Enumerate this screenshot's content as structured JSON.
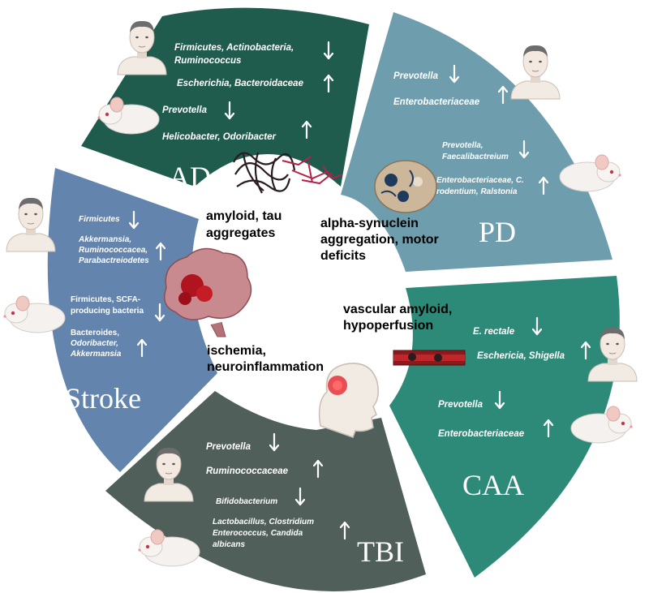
{
  "colors": {
    "ad": "#1f5c4e",
    "pd": "#6e9ead",
    "stroke": "#6384ad",
    "tbi": "#505f5a",
    "caa": "#2e8a78"
  },
  "icons": [
    "human-face-icon",
    "mouse-icon",
    "arrow-up-icon",
    "arrow-down-icon",
    "brain-icon",
    "head-injury-icon",
    "blood-vessel-icon",
    "protein-fibril-icon",
    "neuron-tissue-icon"
  ],
  "segments": {
    "ad": {
      "title": "AD",
      "human": [
        {
          "line1": "Firmicutes, Actinobacteria,",
          "line2": "Ruminococcus",
          "trend": "down"
        },
        {
          "line1": "Escherichia, Bacteroidaceae",
          "trend": "up"
        }
      ],
      "mouse": [
        {
          "line1": "Prevotella",
          "trend": "down"
        },
        {
          "line1": "Helicobacter, Odoribacter",
          "trend": "up"
        }
      ],
      "pathology": {
        "line1": "amyloid, tau",
        "line2": "aggregates"
      }
    },
    "pd": {
      "title": "PD",
      "human": [
        {
          "line1": "Prevotella",
          "trend": "down"
        },
        {
          "line1": "Enterobacteriaceae",
          "trend": "up"
        }
      ],
      "mouse": [
        {
          "line1": "Prevotella,",
          "line2": "Faecalibactreium",
          "trend": "down"
        },
        {
          "line1": "Enterobacteriaceae, C.",
          "line2": "rodentium, Ralstonia",
          "trend": "up"
        }
      ],
      "pathology": {
        "line1": "alpha-synuclein",
        "line2": "aggregation, motor",
        "line3": "deficits"
      }
    },
    "stroke": {
      "title": "Stroke",
      "human": [
        {
          "line1": "Firmicutes",
          "trend": "down"
        },
        {
          "line1": "Akkermansia,",
          "line2": "Ruminococcacea,",
          "line3": "Parabactreiodetes",
          "trend": "up"
        }
      ],
      "mouse": [
        {
          "line1": "Firmicutes, SCFA-",
          "line2": "producing bacteria",
          "trend": "down"
        },
        {
          "line1": "Bacteroides,",
          "line2": "Odoribacter,",
          "line3": "Akkermansia",
          "trend": "up"
        }
      ],
      "pathology": {
        "line1": "ischemia,",
        "line2": "neuroinflammation"
      }
    },
    "caa": {
      "title": "CAA",
      "human": [
        {
          "line1": "E. rectale",
          "trend": "down"
        },
        {
          "line1": "Eschericia, Shigella",
          "trend": "up"
        }
      ],
      "mouse": [
        {
          "line1": "Prevotella",
          "trend": "down"
        },
        {
          "line1": "Enterobacteriaceae",
          "trend": "up"
        }
      ],
      "pathology": {
        "line1": "vascular amyloid,",
        "line2": "hypoperfusion"
      }
    },
    "tbi": {
      "title": "TBI",
      "human": [
        {
          "line1": "Prevotella",
          "trend": "down"
        },
        {
          "line1": "Ruminococcaceae",
          "trend": "up"
        }
      ],
      "mouse": [
        {
          "line1": "Bifidobacterium",
          "trend": "down"
        },
        {
          "line1": "Lactobacillus, Clostridium",
          "line2": "Enterococcus, Candida",
          "line3": "albicans",
          "trend": "up"
        }
      ]
    }
  }
}
